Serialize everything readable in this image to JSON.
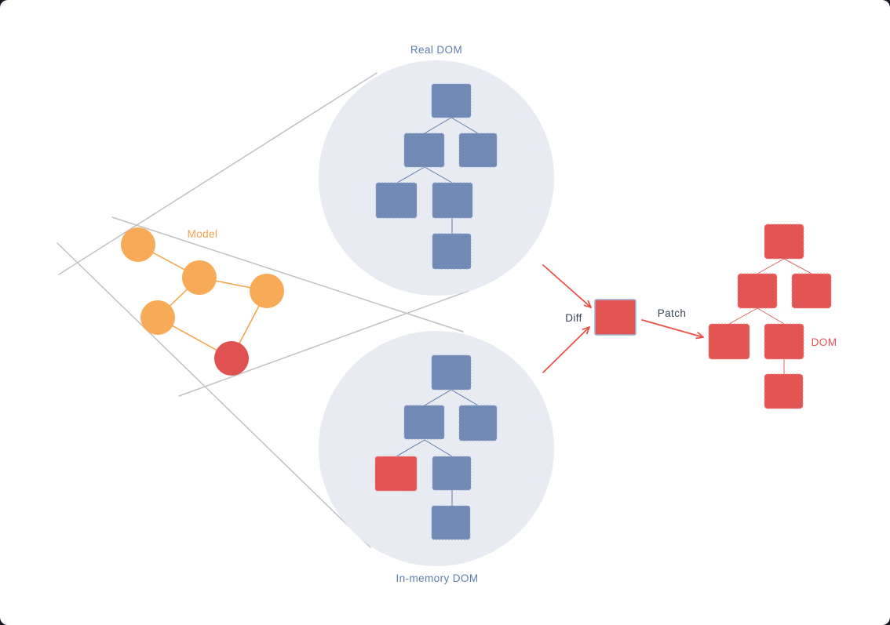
{
  "colors": {
    "background": "#ffffff",
    "circle_bg": "#e9ebf2",
    "blue_node": "#7189b5",
    "blue_node_border": "#97aacd",
    "blue_line": "#5b7aab",
    "blue_label": "#5d7cb0",
    "red_node": "#e25553",
    "red_node_border": "#ef918e",
    "red_line": "#e2625e",
    "red_label": "#e05352",
    "red_circle": "#df5250",
    "arrow_red": "#ea4f44",
    "orange_node": "#f8ab57",
    "orange_line": "#f5a143",
    "orange_label": "#f5a14d",
    "gray_line": "#bfc1c4",
    "dark_label": "#3a4654",
    "diff_border": "#9db1d4"
  },
  "model_graph": {
    "label": "Model",
    "nodes": [
      {
        "id": "m1",
        "color": "orange"
      },
      {
        "id": "m2",
        "color": "orange"
      },
      {
        "id": "m3",
        "color": "orange"
      },
      {
        "id": "m4",
        "color": "orange"
      },
      {
        "id": "m5",
        "color": "red"
      }
    ],
    "edges": [
      [
        "m1",
        "m2"
      ],
      [
        "m2",
        "m3"
      ],
      [
        "m2",
        "m4"
      ],
      [
        "m4",
        "m5"
      ],
      [
        "m5",
        "m3"
      ]
    ]
  },
  "real_dom": {
    "label": "Real DOM",
    "node_count": 6,
    "changed_node_count": 0
  },
  "in_memory_dom": {
    "label": "In-memory DOM",
    "node_count": 6,
    "changed_node_count": 1
  },
  "diff": {
    "label": "Diff"
  },
  "patch": {
    "label": "Patch"
  },
  "result_dom": {
    "label": "DOM",
    "node_count": 6
  }
}
